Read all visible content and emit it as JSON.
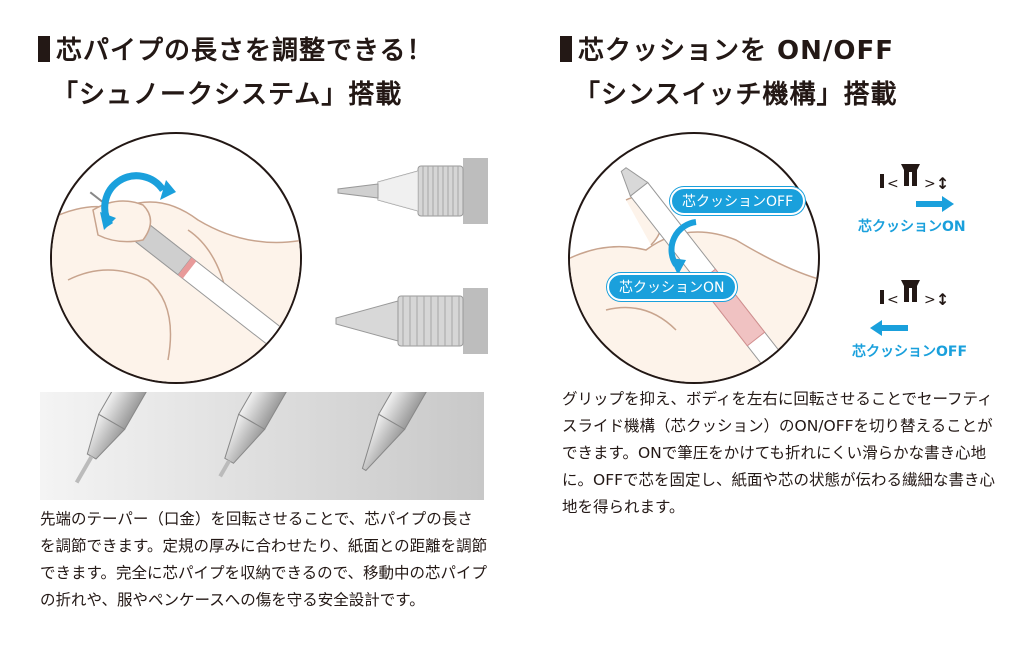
{
  "left": {
    "heading_line1": "芯パイプの長さを調整できる！",
    "heading_line2": "「シュノークシステム」搭載",
    "description": "先端のテーパー（口金）を回転させることで、芯パイプの長さを調節できます。定規の厚みに合わせたり、紙面との距離を調節できます。完全に芯パイプを収納できるので、移動中の芯パイプの折れや、服やペンケースへの傷を守る安全設計です。"
  },
  "right": {
    "heading_line1": "芯クッションを ON/OFF",
    "heading_line2": "「シンスイッチ機構」搭載",
    "pill_off": "芯クッションOFF",
    "pill_on": "芯クッションON",
    "diagram_on_label": "芯クッションON",
    "diagram_off_label": "芯クッションOFF",
    "description": "グリップを抑え、ボディを左右に回転させることでセーフティスライド機構（芯クッション）のON/OFFを切り替えることができます。ONで筆圧をかけても折れにくい滑らかな書き心地に。OFFで芯を固定し、紙面や芯の状態が伝わる繊細な書き心地を得られます。"
  },
  "colors": {
    "accent": "#1aa0dc",
    "text": "#231815",
    "skin": "#fdf3ea",
    "skin_line": "#c8a48e"
  }
}
